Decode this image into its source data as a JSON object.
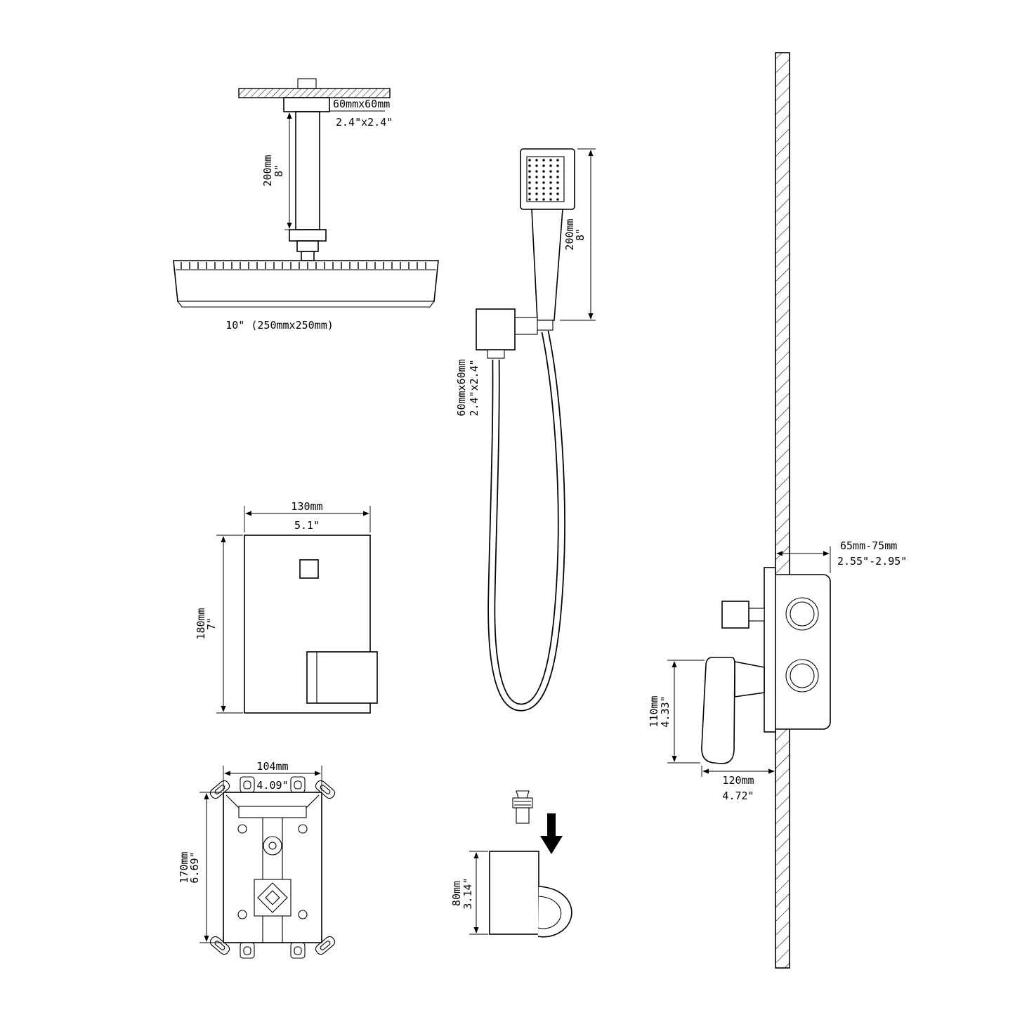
{
  "drawing": {
    "background_color": "#ffffff",
    "line_color": "#000000",
    "ceiling_shower": {
      "flange_mm": "60mmx60mm",
      "flange_in": "2.4\"x2.4\"",
      "arm_mm": "200mm",
      "arm_in": "8\"",
      "head_size": "10\" (250mmx250mm)"
    },
    "hand_shower": {
      "length_mm": "200mm",
      "length_in": "8\"",
      "outlet_mm": "60mmx60mm",
      "outlet_in": "2.4\"x2.4\""
    },
    "valve_trim": {
      "width_mm": "130mm",
      "width_in": "5.1\"",
      "height_mm": "180mm",
      "height_in": "7\""
    },
    "rough_in_valve": {
      "width_mm": "104mm",
      "width_in": "4.09\"",
      "height_mm": "170mm",
      "height_in": "6.69\""
    },
    "holder": {
      "height_mm": "80mm",
      "height_in": "3.14\""
    },
    "wall_section": {
      "depth_mm": "65mm-75mm",
      "depth_in": "2.55\"-2.95\"",
      "handle_height_mm": "110mm",
      "handle_height_in": "4.33\"",
      "handle_depth_mm": "120mm",
      "handle_depth_in": "4.72\""
    }
  }
}
